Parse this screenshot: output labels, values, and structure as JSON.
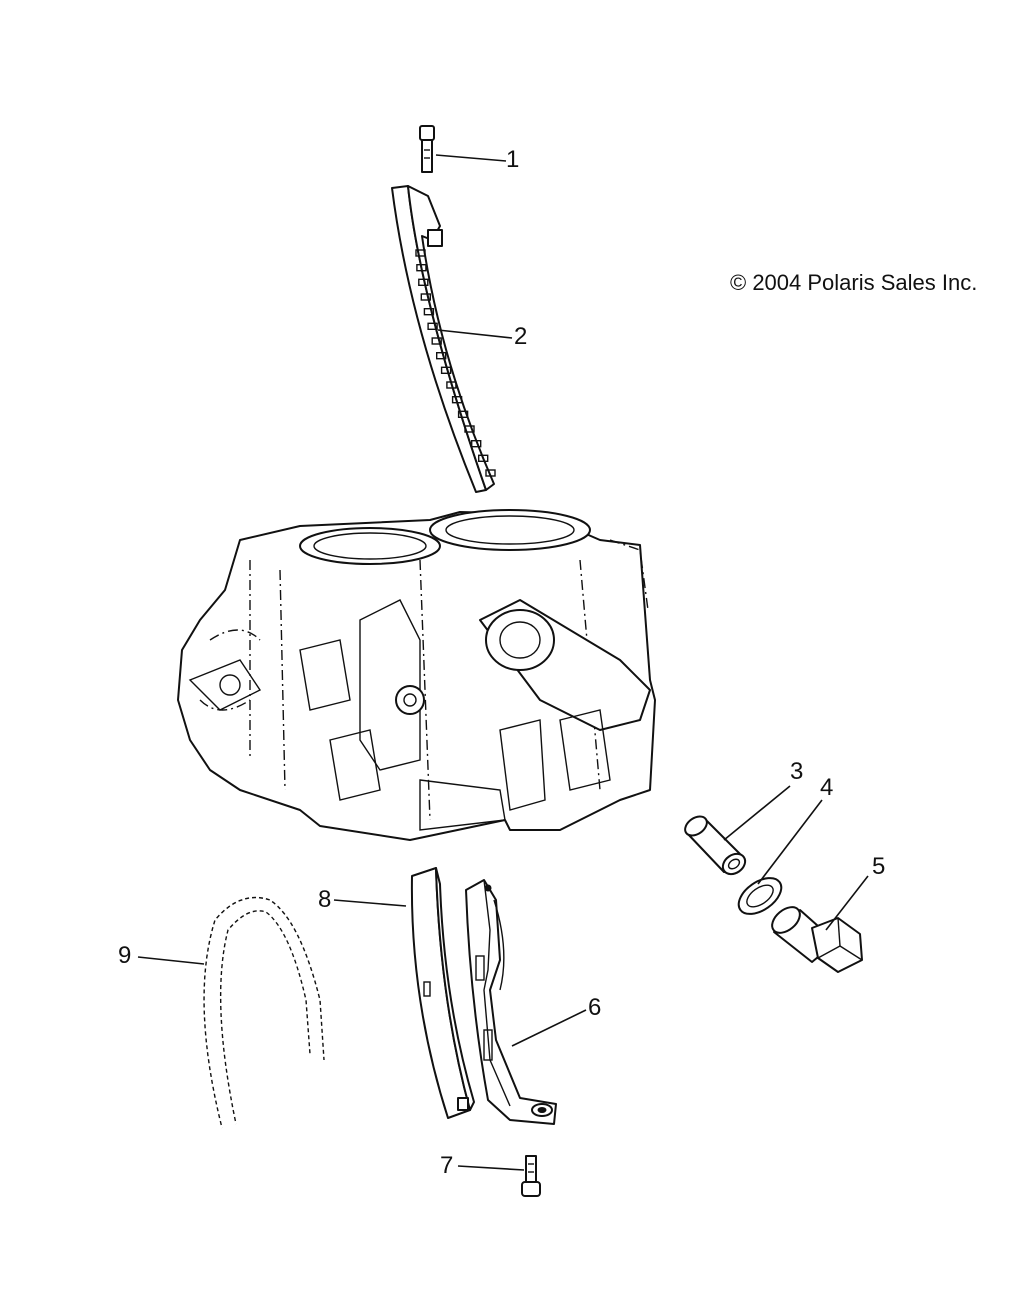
{
  "copyright": "© 2004 Polaris Sales Inc.",
  "callouts": [
    {
      "id": "1",
      "label": "1"
    },
    {
      "id": "2",
      "label": "2"
    },
    {
      "id": "3",
      "label": "3"
    },
    {
      "id": "4",
      "label": "4"
    },
    {
      "id": "5",
      "label": "5"
    },
    {
      "id": "6",
      "label": "6"
    },
    {
      "id": "7",
      "label": "7"
    },
    {
      "id": "8",
      "label": "8"
    },
    {
      "id": "9",
      "label": "9"
    }
  ]
}
